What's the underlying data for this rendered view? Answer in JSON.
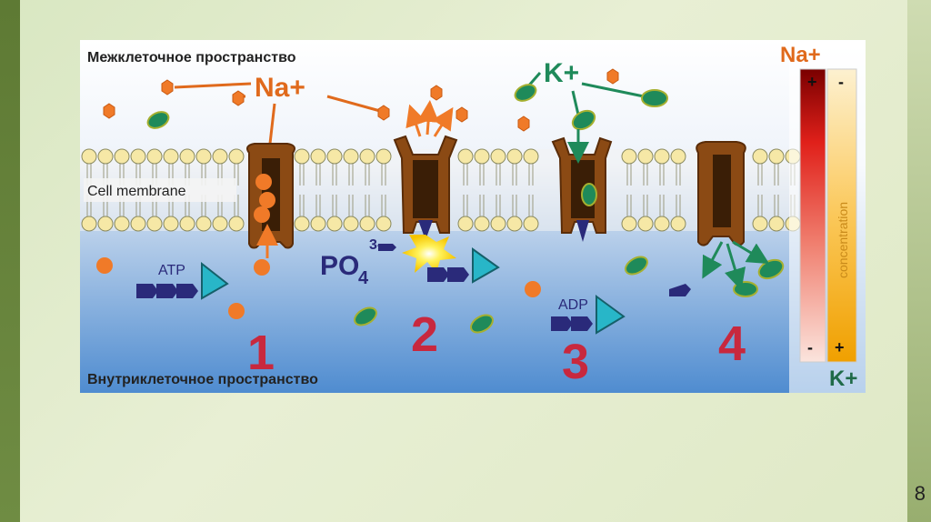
{
  "labels": {
    "extracellular": "Межклеточное пространство",
    "intracellular": "Внутриклеточное пространство",
    "membrane": "Cell membrane",
    "na": "Na+",
    "k": "K+",
    "atp": "ATP",
    "adp": "ADP",
    "po4": "PO",
    "po4_sub": "4",
    "po4_sup": "3-",
    "concentration": "concentration",
    "plus": "+",
    "minus": "-",
    "legend_na": "Na+",
    "legend_k": "K+"
  },
  "steps": [
    "1",
    "2",
    "3",
    "4"
  ],
  "slide_number": "8",
  "colors": {
    "sodium": "#f07a28",
    "potassium": "#1f8a5a",
    "protein": "#8b4a14",
    "step_number": "#c8283e",
    "atp": "#2a2a7a"
  }
}
